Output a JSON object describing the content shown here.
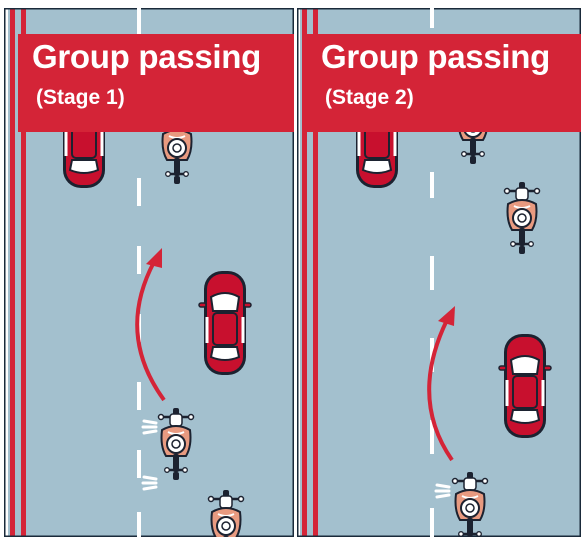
{
  "panels": [
    {
      "title": "Group passing",
      "stage": "(Stage 1)"
    },
    {
      "title": "Group passing",
      "stage": "(Stage 2)"
    }
  ],
  "colors": {
    "road": "#a3c0ce",
    "edge_line": "#d42437",
    "lane_marking": "#ffffff",
    "car_body": "#c8102e",
    "arrow": "#d42437",
    "border": "#1a2a3a"
  }
}
